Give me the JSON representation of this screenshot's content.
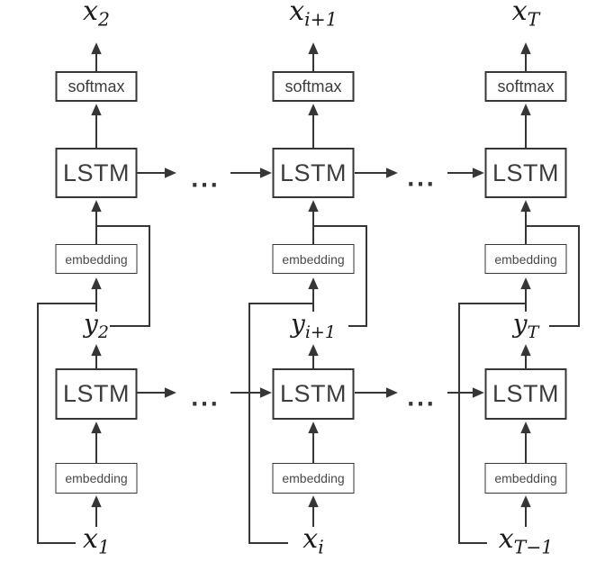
{
  "diagram": {
    "title_hint": "two-layer LSTM language model unrolled over time",
    "colors": {
      "background": "#ffffff",
      "line": "#363636",
      "box_text": "#3d3d3d",
      "label_text": "#1a1a1a"
    },
    "dots": "...",
    "box_labels": {
      "softmax": "softmax",
      "lstm": "LSTM",
      "embedding": "embedding"
    },
    "columns": [
      {
        "output": {
          "base": "x",
          "sub": "2"
        },
        "hidden": {
          "base": "y",
          "sub": "2"
        },
        "input": {
          "base": "x",
          "sub": "1"
        }
      },
      {
        "output": {
          "base": "x",
          "sub": "i+1"
        },
        "hidden": {
          "base": "y",
          "sub": "i+1"
        },
        "input": {
          "base": "x",
          "sub": "i"
        }
      },
      {
        "output": {
          "base": "x",
          "sub": "T"
        },
        "hidden": {
          "base": "y",
          "sub": "T"
        },
        "input": {
          "base": "x",
          "sub": "T−1"
        }
      }
    ]
  }
}
